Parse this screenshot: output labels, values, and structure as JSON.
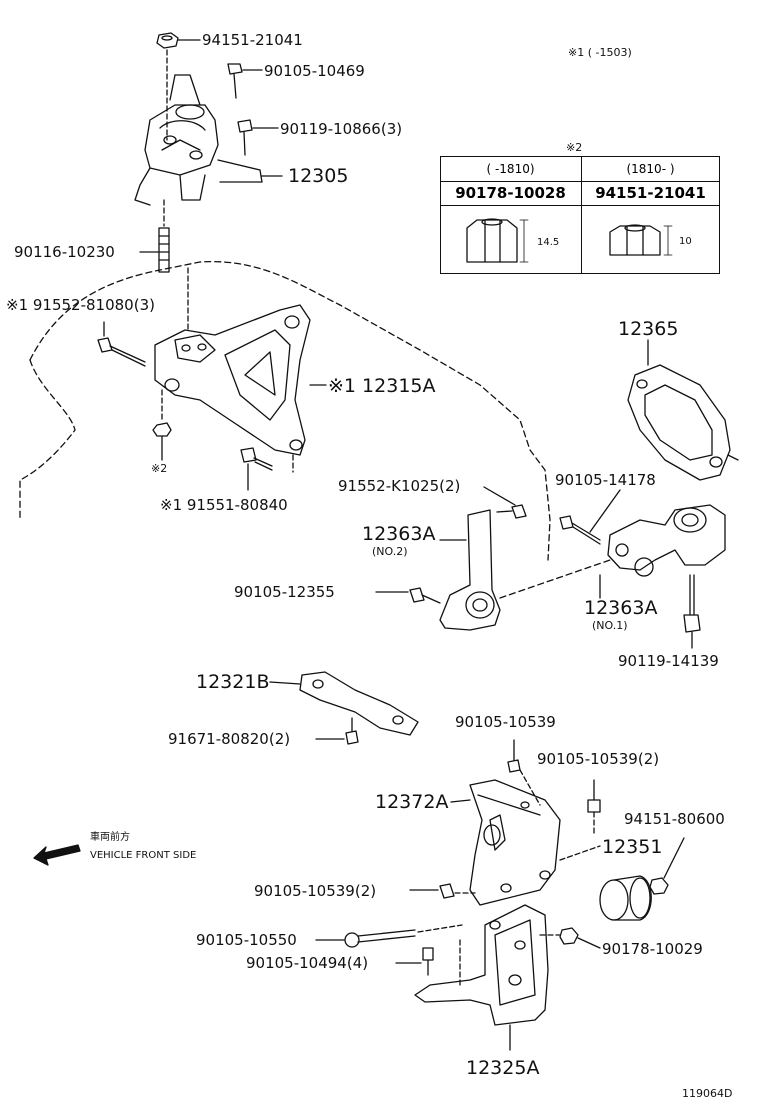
{
  "parts": {
    "p94151_21041_top": "94151-21041",
    "p90105_10469": "90105-10469",
    "p90119_10866": "90119-10866(3)",
    "p12305": "12305",
    "p90116_10230": "90116-10230",
    "p91552_81080": "※1 91552-81080(3)",
    "p12315A": "※1 12315A",
    "note2": "※2",
    "p91551_80840": "※1 91551-80840",
    "p12365": "12365",
    "p91552_K1025": "91552-K1025(2)",
    "p90105_14178": "90105-14178",
    "p12363A_no2": "12363A",
    "no2": "(NO.2)",
    "p90105_12355": "90105-12355",
    "p12363A_no1": "12363A",
    "no1": "(NO.1)",
    "p90119_14139": "90119-14139",
    "p12321B": "12321B",
    "p91671_80820": "91671-80820(2)",
    "p90105_10539_a": "90105-10539",
    "p90105_10539_b": "90105-10539(2)",
    "p12372A": "12372A",
    "p94151_80600": "94151-80600",
    "p12351": "12351",
    "p90105_10539_c": "90105-10539(2)",
    "p90105_10550": "90105-10550",
    "p90178_10029": "90178-10029",
    "p90105_10494": "90105-10494(4)",
    "p12325A": "12325A"
  },
  "notes": {
    "note1": "※1 (      -1503)",
    "table_title": "※2",
    "col1_range": "(     -1810)",
    "col2_range": "(1810-      )",
    "col1_part": "90178-10028",
    "col2_part": "94151-21041",
    "col1_dim": "14.5",
    "col2_dim": "10",
    "front_jp": "車両前方",
    "front_en": "VEHICLE FRONT SIDE",
    "figure_id": "119064D"
  }
}
